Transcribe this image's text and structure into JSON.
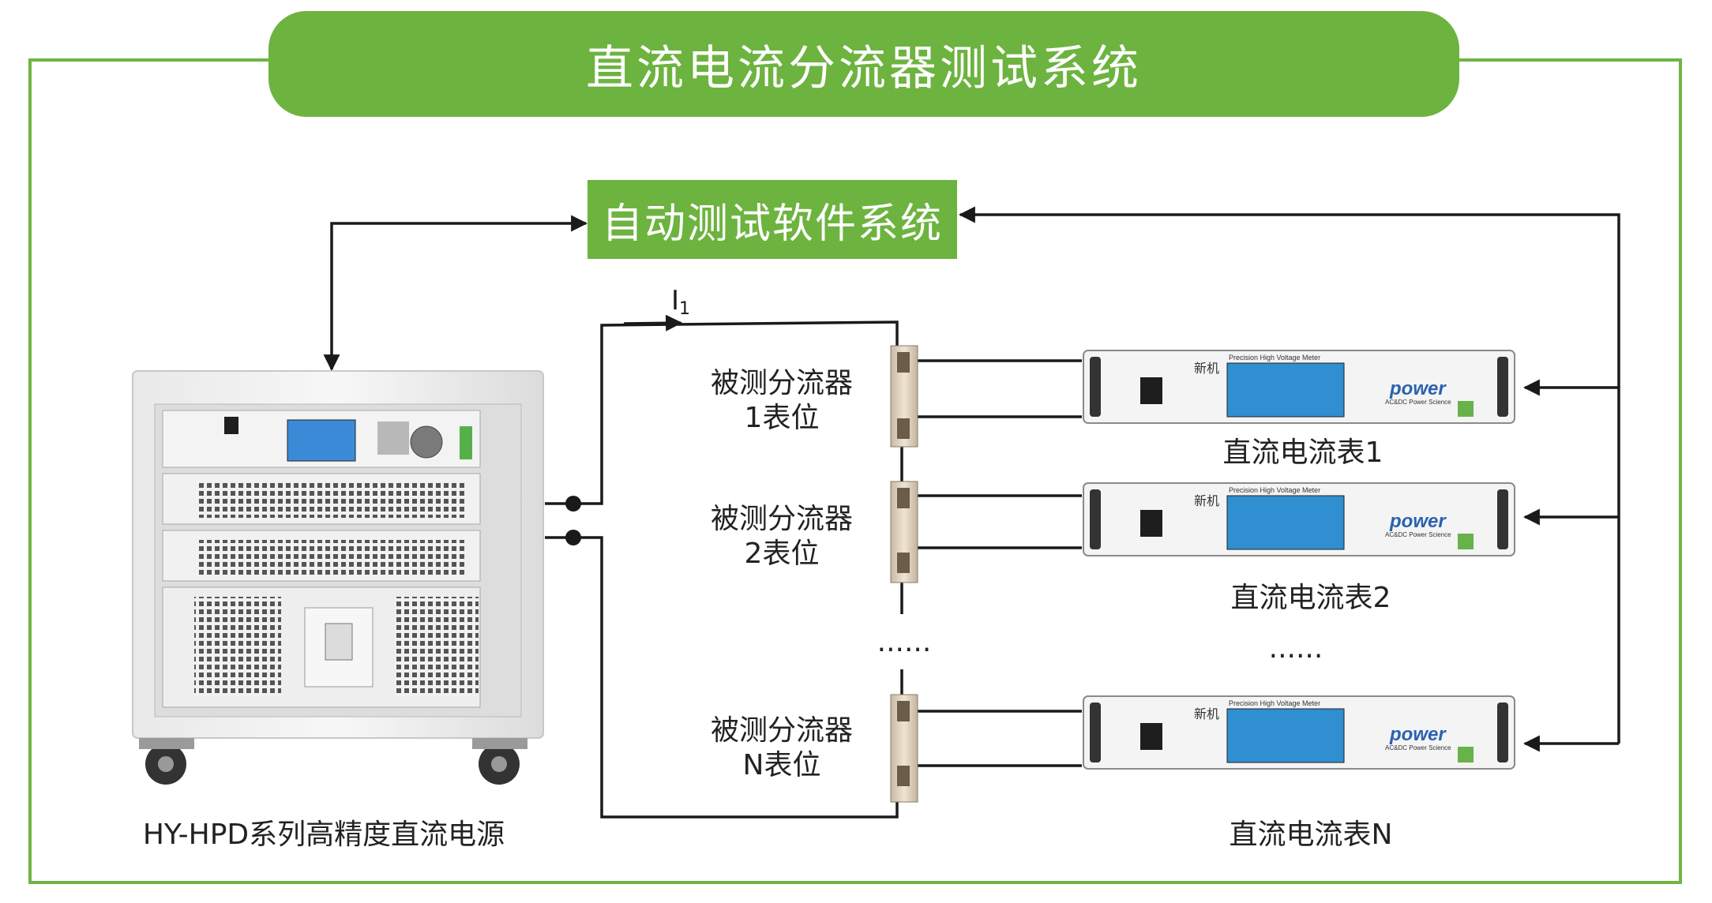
{
  "title": "直流电流分流器测试系统",
  "software_box": "自动测试软件系统",
  "current_label": "I",
  "current_subscript": "1",
  "power_supply_label": "HY-HPD系列高精度直流电源",
  "shunts": [
    {
      "line1": "被测分流器",
      "line2": "1表位"
    },
    {
      "line1": "被测分流器",
      "line2": "2表位"
    },
    {
      "line1": "被测分流器",
      "line2": "N表位"
    }
  ],
  "meters": [
    "直流电流表1",
    "直流电流表2",
    "直流电流表N"
  ],
  "ellipsis_shunt": "......",
  "ellipsis_meter": "......",
  "meter_panel": {
    "header": "Precision High Voltage Meter",
    "brand": "power",
    "brand_sub": "AC&DC Power Science",
    "badge": "新机"
  },
  "colors": {
    "accent_green": "#6db33f",
    "line": "#1a1a1a"
  }
}
